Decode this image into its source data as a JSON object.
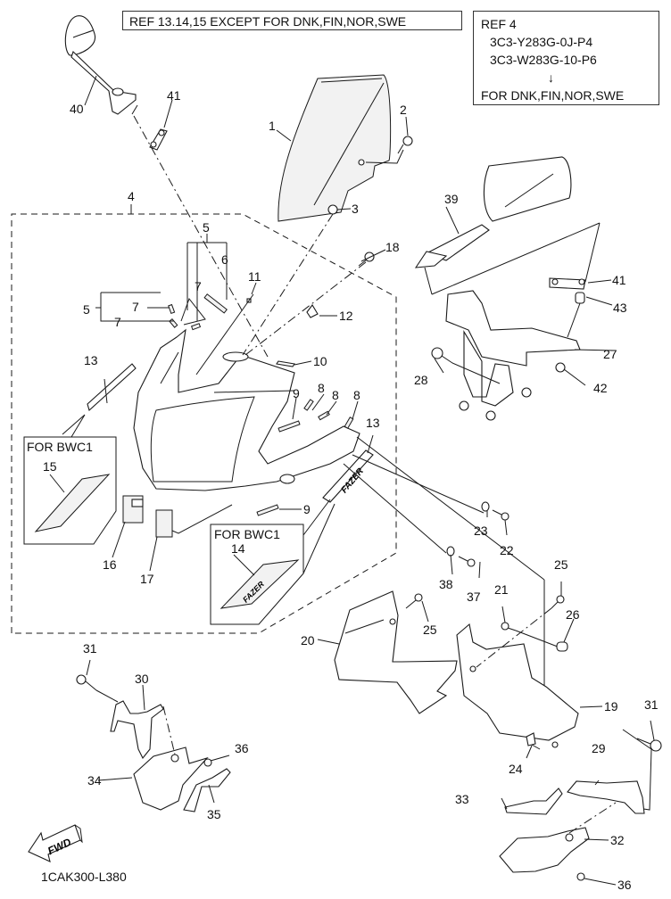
{
  "diagram": {
    "type": "exploded-parts-diagram",
    "subject": "Cowling / windshield / mirrors assembly",
    "notes": {
      "ref_top": "REF 13.14,15 EXCEPT FOR DNK,FIN,NOR,SWE",
      "ref4": {
        "title": "REF 4",
        "parts": [
          "3C3-Y283G-0J-P4",
          "3C3-W283G-10-P6"
        ],
        "arrow": "↓",
        "for": "FOR DNK,FIN,NOR,SWE"
      },
      "bwc1_a": "FOR BWC1",
      "bwc1_b": "FOR BWC1"
    },
    "fwd_label": "FWD",
    "diagram_code": "1CAK300-L380",
    "callouts": {
      "c1": "1",
      "c2": "2",
      "c3": "3",
      "c4": "4",
      "c5a": "5",
      "c5b": "5",
      "c6": "6",
      "c7a": "7",
      "c7b": "7",
      "c7c": "7",
      "c8a": "8",
      "c8b": "8",
      "c8c": "8",
      "c9a": "9",
      "c9b": "9",
      "c10": "10",
      "c11": "11",
      "c12": "12",
      "c13a": "13",
      "c13b": "13",
      "c14": "14",
      "c15": "15",
      "c16": "16",
      "c17": "17",
      "c18": "18",
      "c19": "19",
      "c20": "20",
      "c21": "21",
      "c22": "22",
      "c23": "23",
      "c24": "24",
      "c25a": "25",
      "c25b": "25",
      "c26": "26",
      "c27": "27",
      "c28": "28",
      "c29": "29",
      "c30": "30",
      "c31a": "31",
      "c31b": "31",
      "c32": "32",
      "c33": "33",
      "c34": "34",
      "c35": "35",
      "c36a": "36",
      "c36b": "36",
      "c37": "37",
      "c38": "38",
      "c39": "39",
      "c40": "40",
      "c41a": "41",
      "c41b": "41",
      "c42": "42",
      "c43": "43"
    }
  }
}
